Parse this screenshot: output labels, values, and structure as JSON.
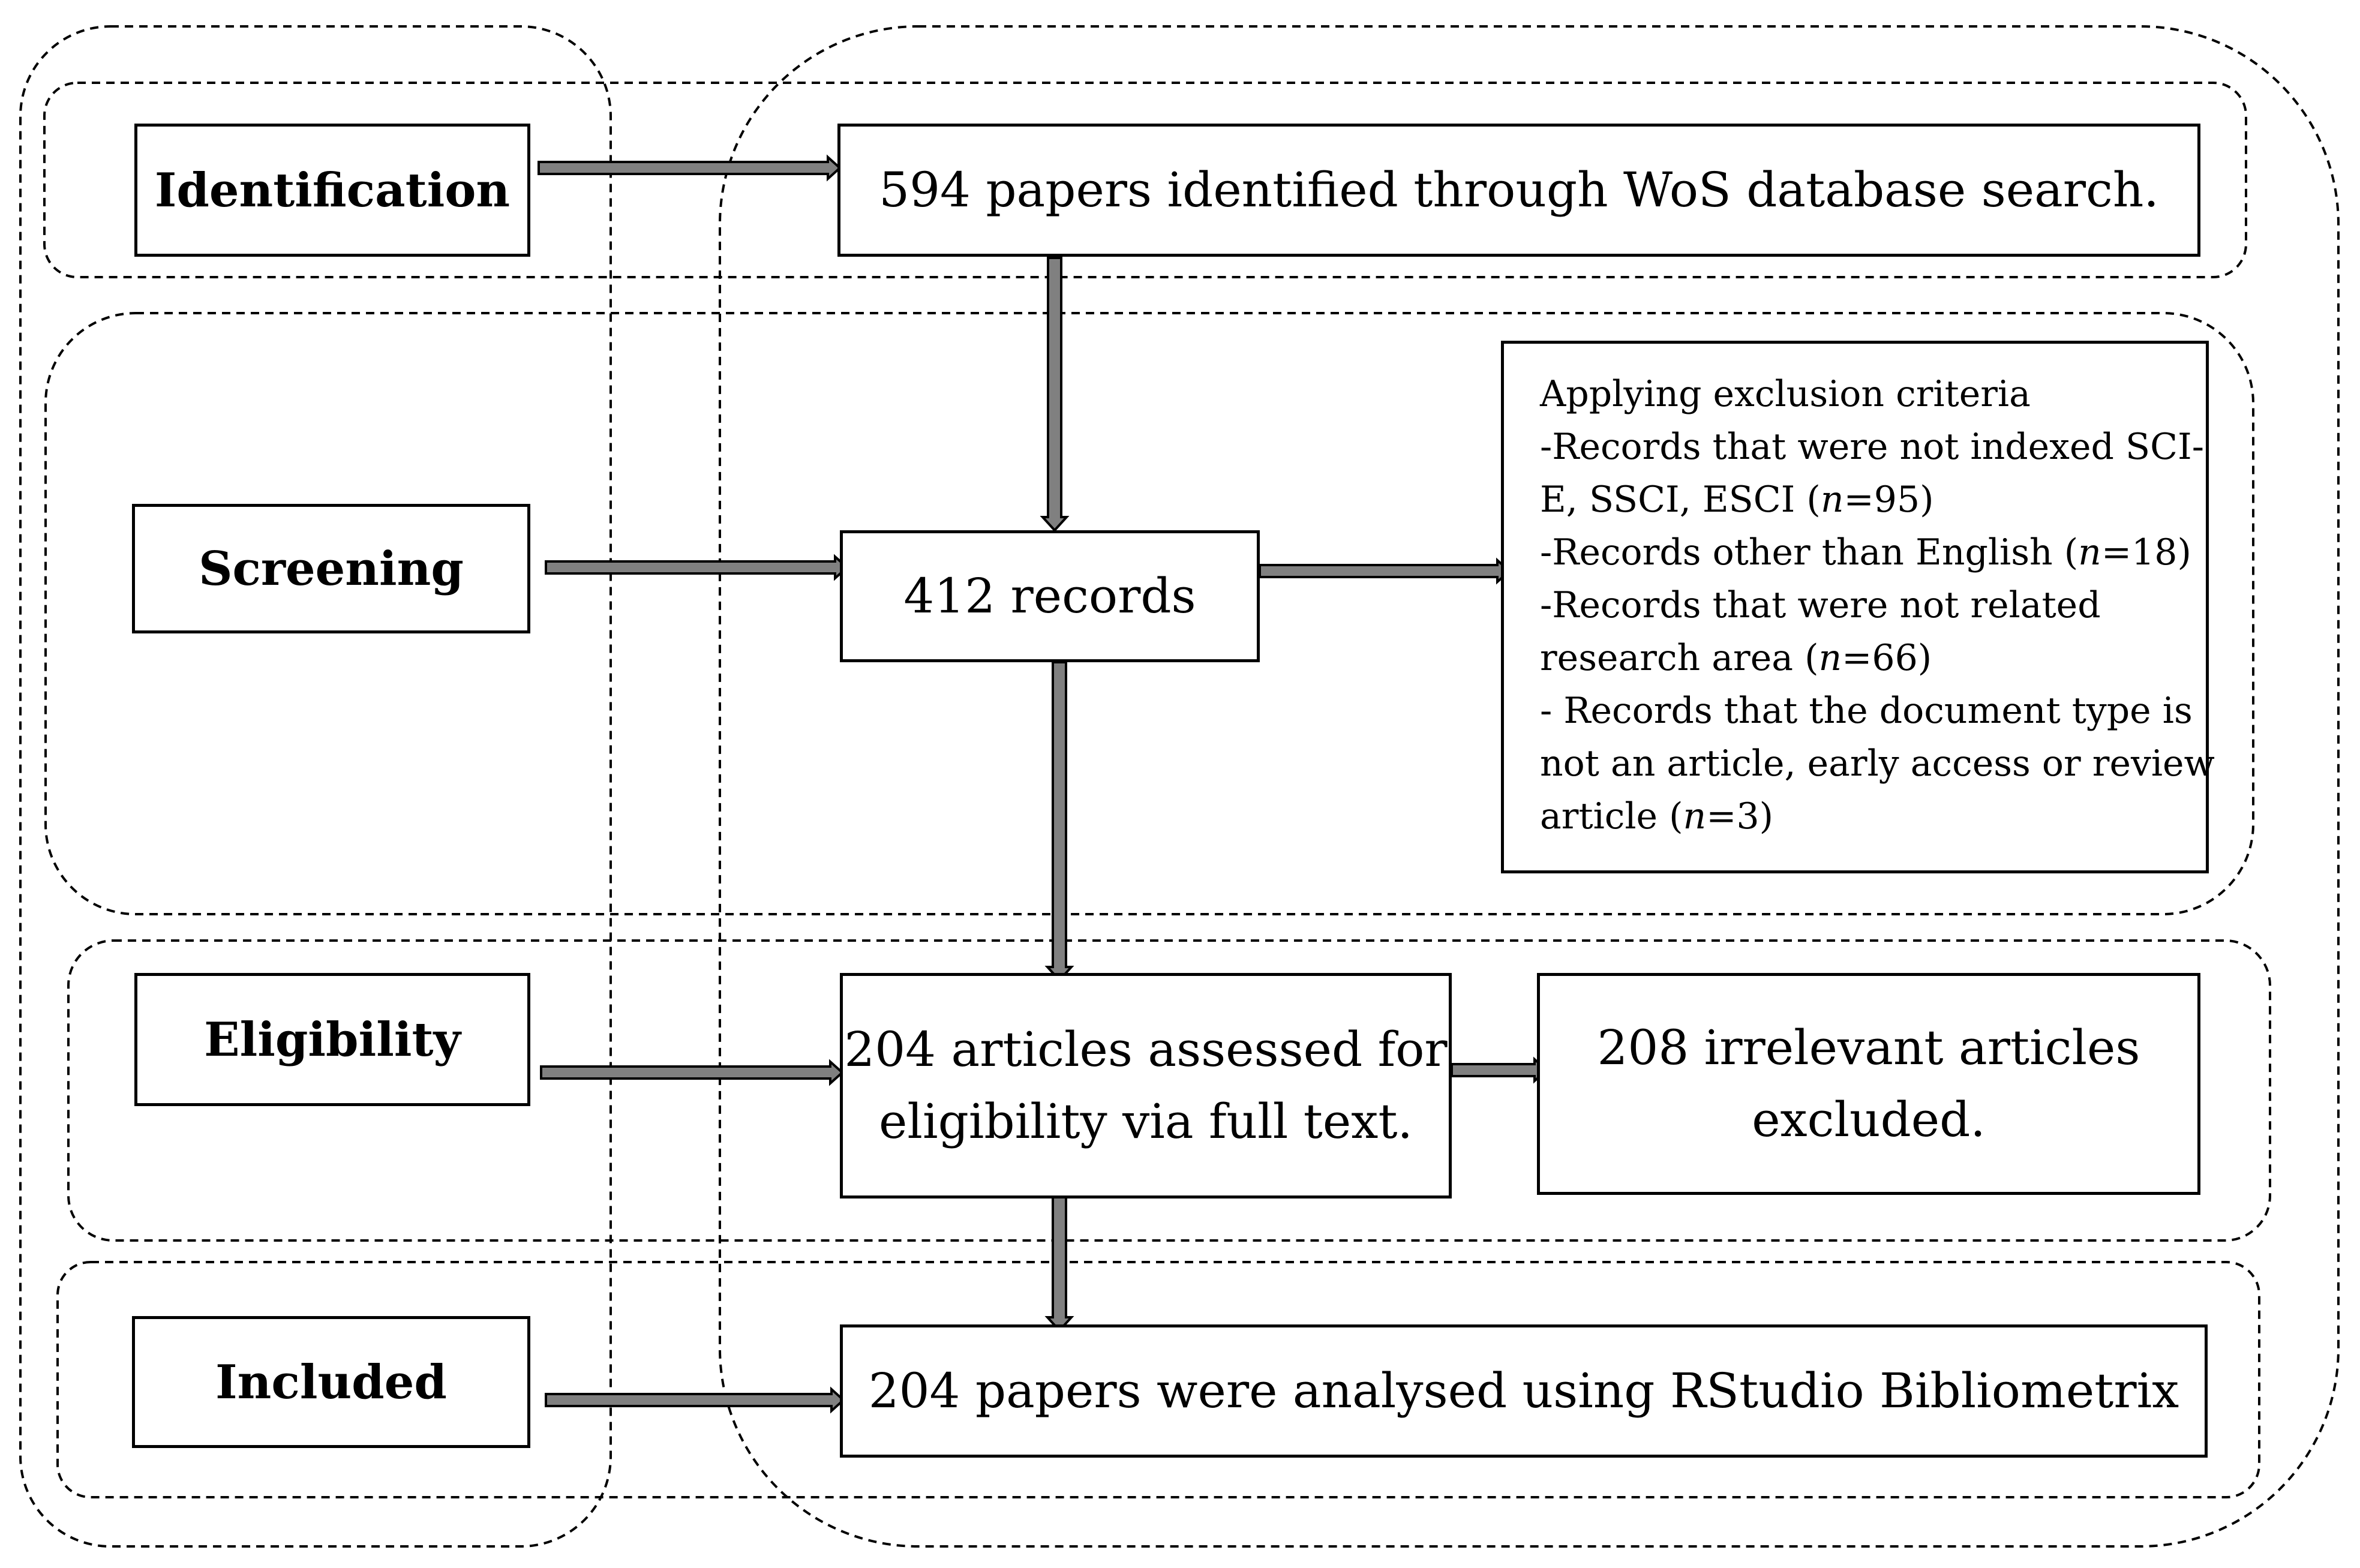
{
  "stages": {
    "identification": "Identification",
    "screening": "Screening",
    "eligibility": "Eligibility",
    "included": "Included"
  },
  "boxes": {
    "identified": "594 papers identified through WoS database search.",
    "records": "412 records",
    "assessed_line1": "204 articles assessed for",
    "assessed_line2": "eligibility via full text.",
    "irrelevant_line1": "208 irrelevant articles",
    "irrelevant_line2": "excluded.",
    "analysed": "204 papers were analysed using RStudio Bibliometrix"
  },
  "exclusion_criteria": {
    "heading": "Applying exclusion criteria",
    "item1_line1": "-Records that were not indexed SCI-",
    "item1_line2_pre": "E, SSCI, ESCI (",
    "item1_n": "n",
    "item1_line2_post": "=95)",
    "item2_pre": "-Records other than English (",
    "item2_n": "n",
    "item2_post": "=18)",
    "item3_line1": "-Records that were not related",
    "item3_line2_pre": "research area (",
    "item3_n": "n",
    "item3_line2_post": "=66)",
    "item4_line1": "- Records that the document type is",
    "item4_line2": "not an article, early access or review",
    "item4_line3_pre": "article (",
    "item4_n": "n",
    "item4_line3_post": "=3)"
  },
  "colors": {
    "arrow_fill": "#808080",
    "stroke": "#000000"
  }
}
